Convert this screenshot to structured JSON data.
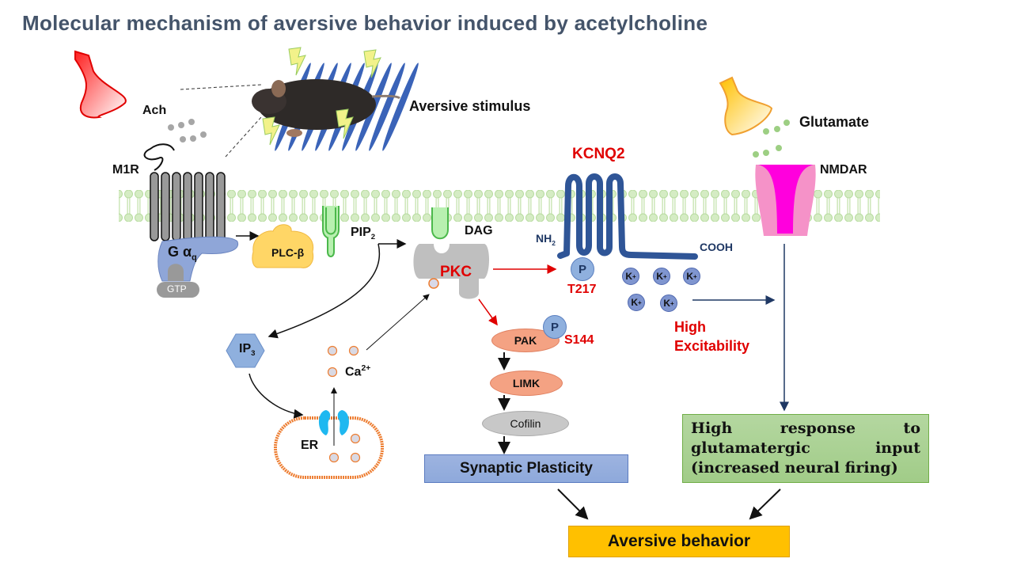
{
  "title": "Molecular mechanism of aversive behavior induced by acetylcholine",
  "labels": {
    "ach": "Ach",
    "m1r": "M1R",
    "aversive_stimulus": "Aversive stimulus",
    "g_alpha": "G α",
    "g_alpha_sub": "q",
    "gtp": "GTP",
    "plc": "PLC-β",
    "pip": "PIP",
    "pip_sub": "2",
    "dag": "DAG",
    "pkc": "PKC",
    "kcnq2": "KCNQ2",
    "nh2": "NH",
    "nh2_sub": "2",
    "cooh": "COOH",
    "p": "P",
    "t217": "T217",
    "k_ion": "K",
    "k_charge": "+",
    "high_excitability_1": "High",
    "high_excitability_2": "Excitability",
    "glutamate": "Glutamate",
    "nmdar": "NMDAR",
    "ip3": "IP",
    "ip3_sub": "3",
    "ca": "Ca",
    "ca_charge": "2+",
    "er": "ER",
    "pak": "PAK",
    "s144": "S144",
    "limk": "LIMK",
    "cofilin": "Cofilin"
  },
  "boxes": {
    "synaptic_plasticity": "Synaptic Plasticity",
    "glutamatergic_row1": [
      "High",
      "response",
      "to"
    ],
    "glutamatergic_row2": [
      "glutamatergic",
      "input"
    ],
    "glutamatergic_row3": "(increased neural firing)",
    "aversive_behavior": "Aversive behavior"
  },
  "colors": {
    "title": "#44546a",
    "red_label": "#e00000",
    "navy": "#1f3864",
    "membrane": "#c9e5b4",
    "kcnq2": "#2f5597",
    "plc": "#ffd666",
    "pkc": "#bfbfbf",
    "g_alpha": "#8fa6d8",
    "nmdar_outer": "#f592c8",
    "nmdar_inner": "#ff00dd",
    "er": "#ed7d31",
    "ip3_receptor": "#1fb8f0",
    "pak": "#f4a283",
    "cofilin": "#c8c8c8",
    "synaptic_box": "#8ea9db",
    "glutamatergic_box": "#a9d18e",
    "aversive_box": "#ffc000"
  }
}
